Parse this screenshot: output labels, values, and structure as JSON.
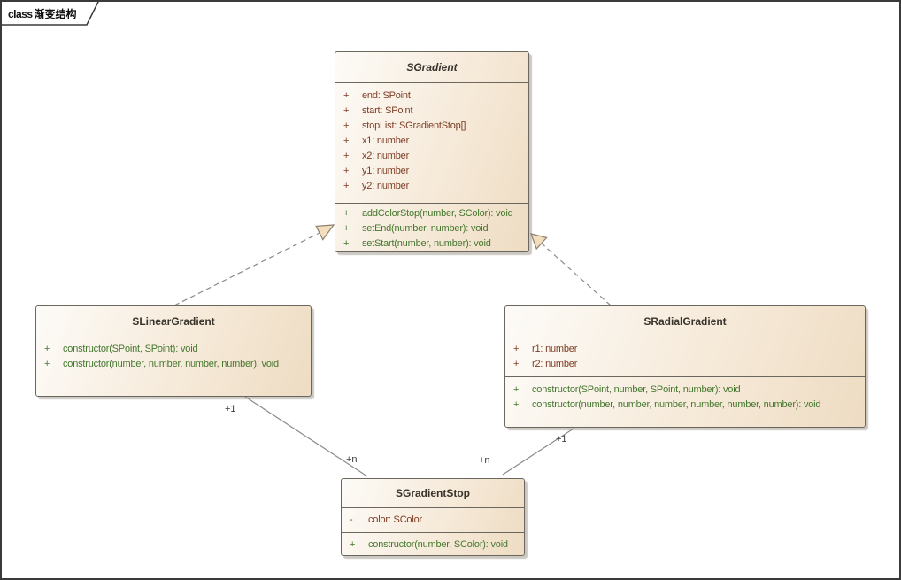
{
  "frame": {
    "keyword": "class",
    "title": "渐变结构"
  },
  "classes": [
    {
      "name": "SGradient",
      "abstract": true,
      "attributes": [
        {
          "vis": "+",
          "text": "end: SPoint"
        },
        {
          "vis": "+",
          "text": "start: SPoint"
        },
        {
          "vis": "+",
          "text": "stopList: SGradientStop[]"
        },
        {
          "vis": "+",
          "text": "x1: number"
        },
        {
          "vis": "+",
          "text": "x2: number"
        },
        {
          "vis": "+",
          "text": "y1: number"
        },
        {
          "vis": "+",
          "text": "y2: number"
        }
      ],
      "operations": [
        {
          "vis": "+",
          "text": "addColorStop(number, SColor): void"
        },
        {
          "vis": "+",
          "text": "setEnd(number, number): void"
        },
        {
          "vis": "+",
          "text": "setStart(number, number): void"
        }
      ]
    },
    {
      "name": "SLinearGradient",
      "abstract": false,
      "attributes": [],
      "operations": [
        {
          "vis": "+",
          "text": "constructor(SPoint, SPoint): void"
        },
        {
          "vis": "+",
          "text": "constructor(number, number, number, number): void"
        }
      ]
    },
    {
      "name": "SRadialGradient",
      "abstract": false,
      "attributes": [
        {
          "vis": "+",
          "text": "r1: number"
        },
        {
          "vis": "+",
          "text": "r2: number"
        }
      ],
      "operations": [
        {
          "vis": "+",
          "text": "constructor(SPoint, number, SPoint, number): void"
        },
        {
          "vis": "+",
          "text": "constructor(number, number, number, number, number, number): void"
        }
      ]
    },
    {
      "name": "SGradientStop",
      "abstract": false,
      "attributes": [
        {
          "vis": "-",
          "text": "color: SColor"
        }
      ],
      "operations": [
        {
          "vis": "+",
          "text": "constructor(number, SColor): void"
        }
      ]
    }
  ],
  "multiplicities": {
    "linear_source": "+1",
    "linear_target": "+n",
    "radial_source": "+1",
    "radial_target": "+n"
  },
  "colors": {
    "attribute_text": "#7e3c24",
    "operation_text": "#44772e",
    "box_border": "#6b675f",
    "box_fill_light": "#fdfbf8",
    "box_fill_dark": "#eedcc3",
    "connector_line": "#8a8a8a",
    "triangle_fill": "#f3debc"
  }
}
